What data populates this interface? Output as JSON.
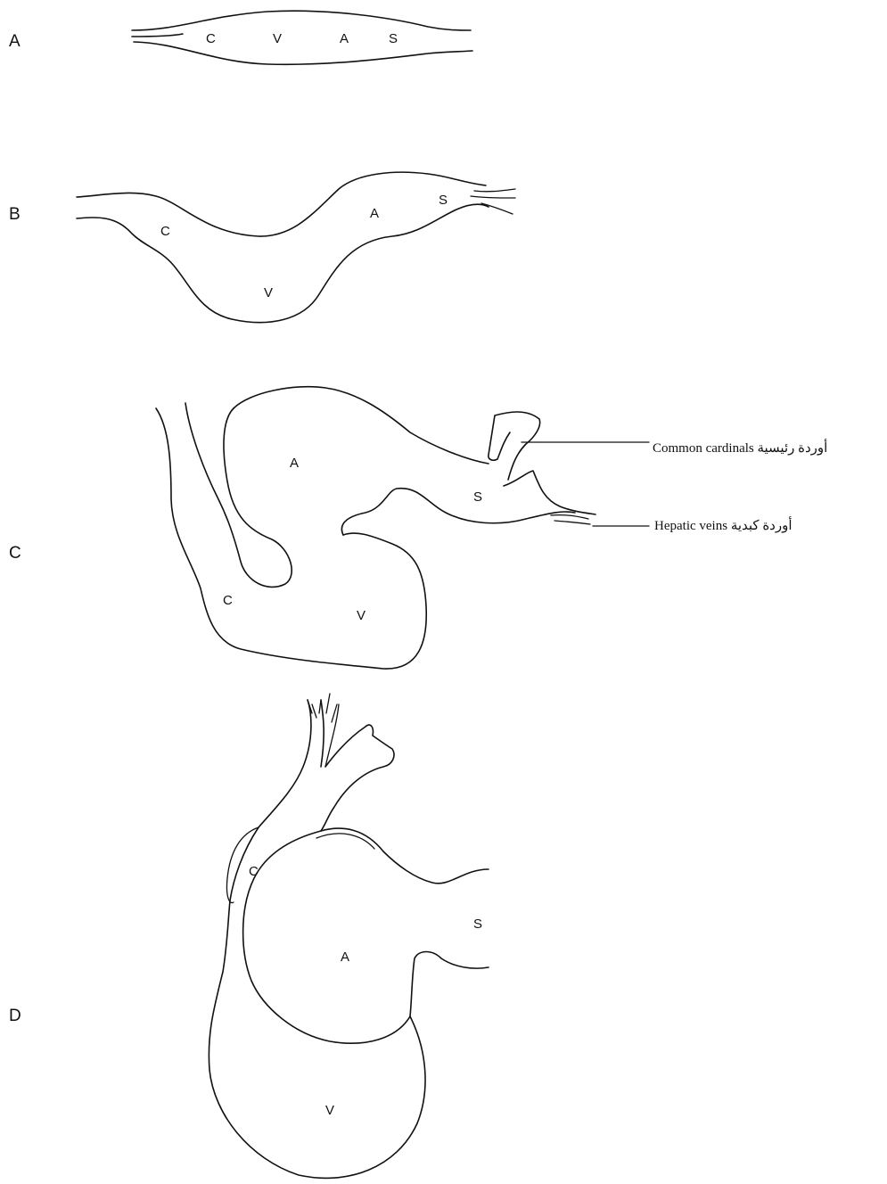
{
  "stages": [
    {
      "label": "A",
      "regions": [
        "C",
        "V",
        "A",
        "S"
      ]
    },
    {
      "label": "B",
      "regions": [
        "C",
        "A",
        "S",
        "V"
      ]
    },
    {
      "label": "C",
      "regions": [
        "A",
        "S",
        "C",
        "V"
      ],
      "annotations": [
        {
          "text": "Common cardinals أوردة رئيسية"
        },
        {
          "text": "Hepatic veins أوردة كبدية"
        }
      ]
    },
    {
      "label": "D",
      "regions": [
        "C",
        "S",
        "A",
        "V"
      ]
    }
  ],
  "colors": {
    "line": "#111111",
    "background": "#ffffff"
  }
}
